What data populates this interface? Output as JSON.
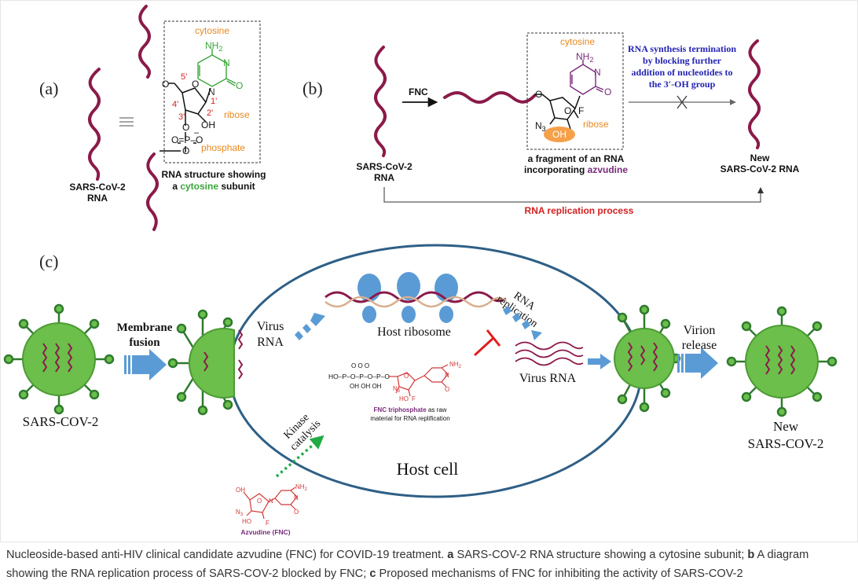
{
  "colors": {
    "rna_strand": "#8b1a4a",
    "orange_label": "#e8891f",
    "cytosine_green": "#3aa53a",
    "numbering_red": "#d42020",
    "structure_purple": "#7a2a7a",
    "blue_heading": "#2323b5",
    "replication_red": "#d42020",
    "virus_green": "#6bbf4a",
    "virus_dark": "#2f7a2f",
    "cell_outline": "#2e5f86",
    "arrow_blue": "#5b9bd5",
    "ribosome_blue": "#5b9bd5",
    "inhibit_red": "#e02020",
    "kinase_green": "#22aa44",
    "fnc_red": "#d23838"
  },
  "panel_a": {
    "label": "(a)",
    "rna_label_line1": "SARS-CoV-2",
    "rna_label_line2": "RNA",
    "cytosine": "cytosine",
    "nh2": "NH",
    "nh2_sub": "2",
    "n_atom": "N",
    "o_atom": "O",
    "o_ring": "O",
    "oh": "OH",
    "ribose": "ribose",
    "phosphate": "phosphate",
    "p_line": "O=P–O",
    "p_minus": "–",
    "o_top": "O",
    "o_bottom": "O",
    "o_5": "O",
    "num_5": "5'",
    "num_4": "4'",
    "num_3": "3'",
    "num_2": "2'",
    "num_1": "1'",
    "caption_line1": "RNA structure showing",
    "caption_line2_pre": "a ",
    "caption_line2_highlight": "cytosine",
    "caption_line2_post": " subunit"
  },
  "panel_b": {
    "label": "(b)",
    "fnc": "FNC",
    "rna_label_line1": "SARS-CoV-2",
    "rna_label_line2": "RNA",
    "cytosine": "cytosine",
    "nh2": "NH",
    "nh2_sub": "2",
    "n_atom": "N",
    "o_atom": "O",
    "o_ring": "O",
    "f_atom": "F",
    "n3": "N",
    "n3_sub": "3",
    "oh": "OH",
    "o_link": "O",
    "ribose": "ribose",
    "fragment_line1": "a fragment of an RNA",
    "fragment_line2_pre": "incorporating ",
    "fragment_line2_highlight": "azvudine",
    "termination": [
      "RNA synthesis termination",
      "by blocking further",
      "addition of nucleotides to",
      "the 3′-OH group"
    ],
    "new_line1": "New",
    "new_line2": "SARS-CoV-2 RNA",
    "replication_process": "RNA replication process"
  },
  "panel_c": {
    "label": "(c)",
    "membrane_line1": "Membrane",
    "membrane_line2": "fusion",
    "sars_cov_2": "SARS-COV-2",
    "virus_rna_left_line1": "Virus",
    "virus_rna_left_line2": "RNA",
    "host_ribosome": "Host ribosome",
    "rna_replication_line1": "RNA",
    "rna_replication_line2": "replication",
    "virus_rna_right": "Virus RNA",
    "virion_line1": "Virion",
    "virion_line2": "release",
    "new_line1": "New",
    "new_line2": "SARS-COV-2",
    "host_cell": "Host cell",
    "kinase_line1": "Kinase",
    "kinase_line2": "catalysis",
    "triphosphate_chain": "HO–P–O–P–O–P–O",
    "triphosphate_oh": "OH   OH   OH",
    "triphosphate_o": "O     O     O",
    "fnc_tp_bold": "FNC triphosphate",
    "fnc_tp_rest": " as raw",
    "fnc_tp_line2": "material for RNA replification",
    "azvudine_label": "Azvudine (FNC)",
    "small_nh2": "NH",
    "small_nh2_sub": "2",
    "small_n": "N",
    "small_o": "O",
    "small_f": "F",
    "small_ho": "HO",
    "small_n3": "N",
    "small_n3_sub": "3",
    "small_oh": "OH"
  },
  "caption": {
    "part1": "Nucleoside-based anti-HIV clinical candidate azvudine (FNC) for COVID-19 treatment. ",
    "a_bold": "a",
    "part2": " SARS-COV-2 RNA structure showing a cytosine subunit; ",
    "b_bold": "b",
    "part3": " A diagram showing the RNA replication process of SARS-COV-2 blocked by FNC; ",
    "c_bold": "c",
    "part4": " Proposed mechanisms of FNC for inhibiting the activity of SARS-COV-2"
  }
}
